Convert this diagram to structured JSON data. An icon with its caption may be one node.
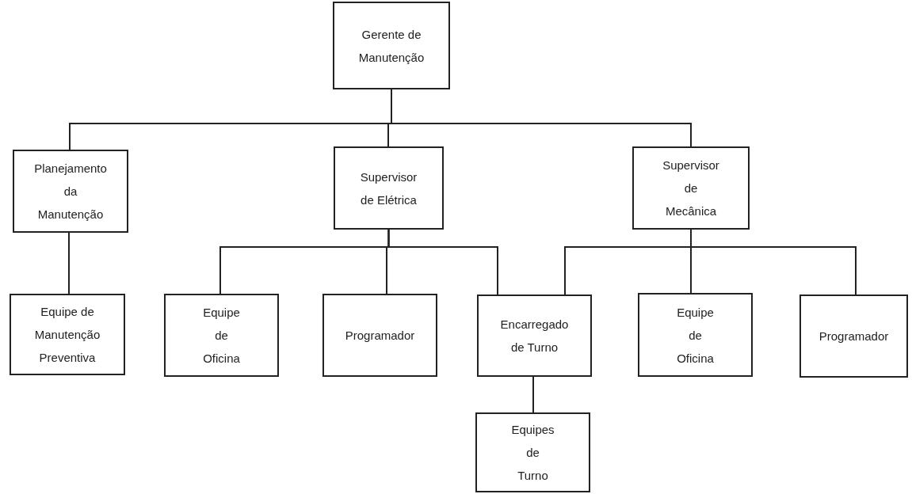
{
  "diagram": {
    "nodes": [
      {
        "text": [
          "Gerente de Manutenção"
        ]
      },
      {
        "text": [
          "Planejamento da Manutenção"
        ]
      },
      {
        "text": [
          "Supervisor de Elétrica"
        ]
      },
      {
        "text": [
          "Supervisor de Mecânica"
        ]
      },
      {
        "text": [
          "Equipe de Manutenção Preventiva"
        ]
      },
      {
        "text": [
          "Equipe de Oficina"
        ]
      },
      {
        "text": [
          "Programador"
        ]
      },
      {
        "text": [
          "Encarregado de Turno"
        ]
      },
      {
        "text": [
          "Equipe de Oficina"
        ]
      },
      {
        "text": [
          "Programador"
        ]
      },
      {
        "text": [
          "Equipes de Turno"
        ]
      }
    ],
    "edges": [
      {
        "from": 0,
        "to": 1,
        "arrow": "none"
      },
      {
        "from": 0,
        "to": 2,
        "arrow": "none"
      },
      {
        "from": 0,
        "to": 3,
        "arrow": "none"
      },
      {
        "from": 1,
        "to": 4,
        "arrow": "none"
      },
      {
        "from": 2,
        "to": 5,
        "arrow": "none"
      },
      {
        "from": 2,
        "to": 6,
        "arrow": "none"
      },
      {
        "from": 2,
        "to": 7,
        "arrow": "none"
      },
      {
        "from": 3,
        "to": 7,
        "arrow": "none"
      },
      {
        "from": 3,
        "to": 8,
        "arrow": "none"
      },
      {
        "from": 3,
        "to": 9,
        "arrow": "none"
      },
      {
        "from": 7,
        "to": 10,
        "arrow": "none"
      }
    ]
  }
}
